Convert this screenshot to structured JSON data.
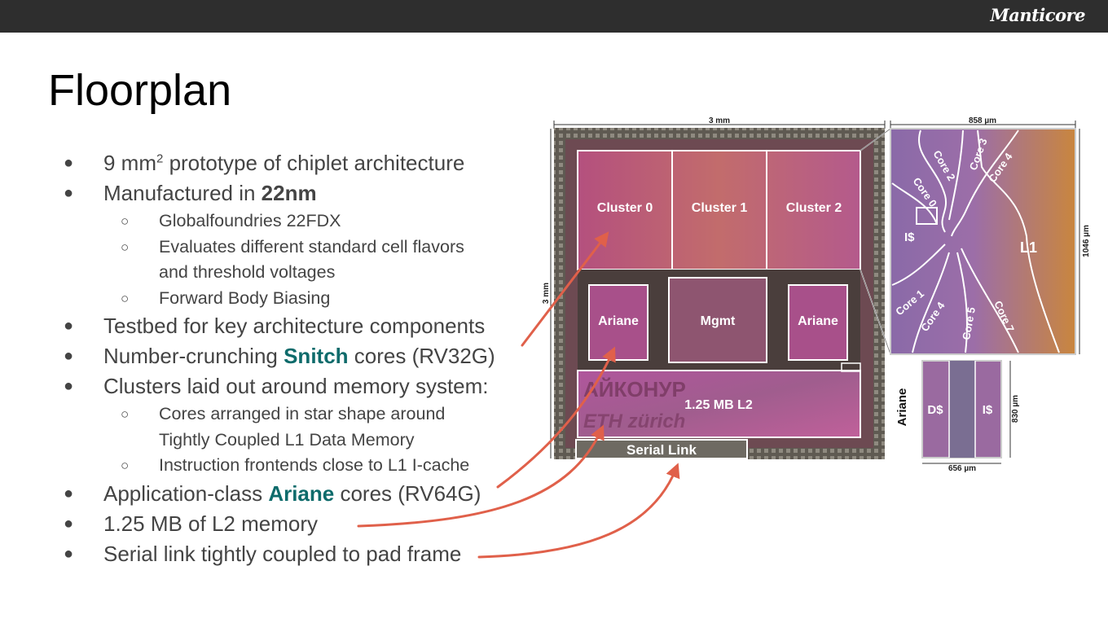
{
  "brand": "Manticore",
  "title": "Floorplan",
  "bullets": {
    "b1_pre": "9 mm",
    "b1_sup": "2",
    "b1_post": " prototype of chiplet architecture",
    "b2_pre": "Manufactured in ",
    "b2_bold": "22nm",
    "s1": "Globalfoundries 22FDX",
    "s2a": "Evaluates different standard cell flavors",
    "s2b": "and threshold voltages",
    "s3": "Forward Body Biasing",
    "b3": "Testbed for key architecture components",
    "b4_pre": "Number-crunching ",
    "b4_hl": "Snitch",
    "b4_post": " cores (RV32G)",
    "b5": "Clusters laid out around memory system:",
    "s4a": "Cores arranged in star shape around",
    "s4b": "Tightly Coupled L1 Data Memory",
    "s5": "Instruction frontends close to L1 I-cache",
    "b6_pre": "Application-class ",
    "b6_hl": "Ariane",
    "b6_post": " cores (RV64G)",
    "b7": "1.25 MB of L2 memory",
    "b8": "Serial link tightly coupled to pad frame"
  },
  "die": {
    "width_label": "3 mm",
    "height_label": "3 mm",
    "cluster0": "Cluster 0",
    "cluster1": "Cluster 1",
    "cluster2": "Cluster 2",
    "ariane_left": "Ariane",
    "mgmt": "Mgmt",
    "ariane_right": "Ariane",
    "l2": "1.25 MB L2",
    "serial": "Serial Link",
    "artwork_a": "АЙКОНУР",
    "artwork_b": "ETH zürich"
  },
  "cluster_zoom": {
    "width_label": "858 µm",
    "height_label": "1046 µm",
    "core0": "Core 0",
    "core1": "Core 1",
    "core2": "Core 2",
    "core3": "Core 3",
    "core4a": "Core 4",
    "core4b": "Core 4",
    "core5": "Core 5",
    "core7": "Core 7",
    "icache": "I$",
    "l1": "L1"
  },
  "ariane_zoom": {
    "title": "Ariane",
    "dcache": "D$",
    "icache": "I$",
    "width_label": "656 µm",
    "height_label": "830 µm"
  },
  "colors": {
    "accent": "#0e6b6b",
    "arrow": "#e0604a",
    "topbar": "#2e2e2e"
  }
}
